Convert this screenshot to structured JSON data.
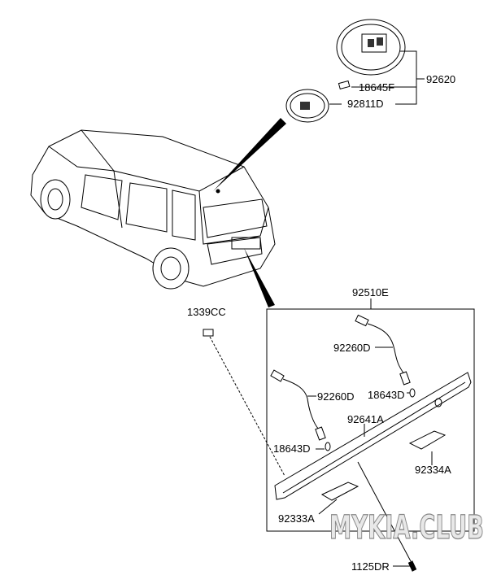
{
  "diagram": {
    "callouts": {
      "room_lamp_assy": "92620",
      "bulb_top": "18645F",
      "lens": "92811D",
      "lamp_assy_rear": "92510E",
      "clip": "1339CC",
      "wiring_upper": "92260D",
      "wiring_lower": "92260D",
      "bulb_right": "18643D",
      "garnish": "92641A",
      "bulb_left": "18643D",
      "license_lamp_right": "92334A",
      "license_lamp_left": "92333A",
      "screw": "1125DR"
    },
    "watermark": "MYKIA.CLUB"
  }
}
